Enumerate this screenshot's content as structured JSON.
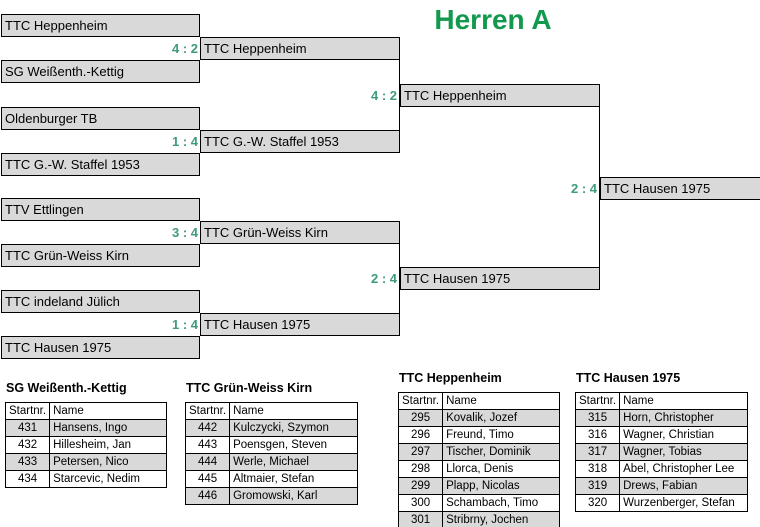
{
  "title": "Herren A",
  "colors": {
    "title_green": "#12994e",
    "score_green": "#3f9b78",
    "box_gray": "#d9d9d9",
    "border": "#000000"
  },
  "bracket": {
    "round1": [
      "TTC Heppenheim",
      "SG Weißenth.-Kettig",
      "Oldenburger TB",
      "TTC G.-W. Staffel 1953",
      "TTV Ettlingen",
      "TTC Grün-Weiss Kirn",
      "TTC indeland Jülich",
      "TTC Hausen 1975"
    ],
    "round2": [
      {
        "score": "4 : 2",
        "team": "TTC Heppenheim"
      },
      {
        "score": "1 : 4",
        "team": "TTC G.-W. Staffel 1953"
      },
      {
        "score": "3 : 4",
        "team": "TTC Grün-Weiss Kirn"
      },
      {
        "score": "1 : 4",
        "team": "TTC Hausen 1975"
      }
    ],
    "round3": [
      {
        "score": "4 : 2",
        "team": "TTC Heppenheim"
      },
      {
        "score": "2 : 4",
        "team": "TTC Hausen 1975"
      }
    ],
    "final": {
      "score": "2 : 4",
      "team": "TTC Hausen 1975"
    }
  },
  "rosters": [
    {
      "team": "SG Weißenth.-Kettig",
      "col_nr": "Startnr.",
      "col_name": "Name",
      "players": [
        {
          "nr": "431",
          "name": "Hansens, Ingo"
        },
        {
          "nr": "432",
          "name": "Hillesheim, Jan"
        },
        {
          "nr": "433",
          "name": "Petersen, Nico"
        },
        {
          "nr": "434",
          "name": "Starcevic, Nedim"
        }
      ]
    },
    {
      "team": "TTC Grün-Weiss Kirn",
      "col_nr": "Startnr.",
      "col_name": "Name",
      "players": [
        {
          "nr": "442",
          "name": "Kulczycki, Szymon"
        },
        {
          "nr": "443",
          "name": "Poensgen, Steven"
        },
        {
          "nr": "444",
          "name": "Werle, Michael"
        },
        {
          "nr": "445",
          "name": "Altmaier, Stefan"
        },
        {
          "nr": "446",
          "name": "Gromowski, Karl"
        }
      ]
    },
    {
      "team": "TTC Heppenheim",
      "col_nr": "Startnr.",
      "col_name": "Name",
      "players": [
        {
          "nr": "295",
          "name": "Kovalik, Jozef"
        },
        {
          "nr": "296",
          "name": "Freund, Timo"
        },
        {
          "nr": "297",
          "name": "Tischer, Dominik"
        },
        {
          "nr": "298",
          "name": "Llorca, Denis"
        },
        {
          "nr": "299",
          "name": "Plapp, Nicolas"
        },
        {
          "nr": "300",
          "name": "Schambach, Timo"
        },
        {
          "nr": "301",
          "name": "Stribrny, Jochen"
        }
      ]
    },
    {
      "team": "TTC Hausen 1975",
      "col_nr": "Startnr.",
      "col_name": "Name",
      "players": [
        {
          "nr": "315",
          "name": "Horn, Christopher"
        },
        {
          "nr": "316",
          "name": "Wagner, Christian"
        },
        {
          "nr": "317",
          "name": "Wagner, Tobias"
        },
        {
          "nr": "318",
          "name": "Abel, Christopher Lee"
        },
        {
          "nr": "319",
          "name": "Drews, Fabian"
        },
        {
          "nr": "320",
          "name": "Wurzenberger, Stefan"
        }
      ]
    }
  ]
}
